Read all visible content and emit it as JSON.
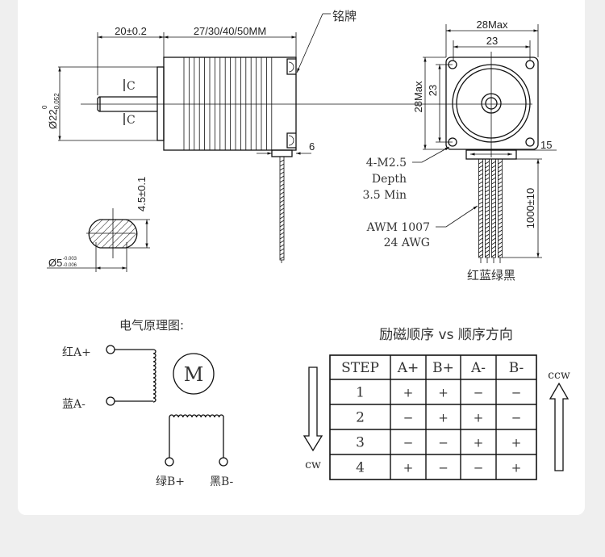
{
  "side_view": {
    "shaft_length": "20±0.2",
    "body_length": "27/30/40/50MM",
    "nameplate_label": "铭牌",
    "pilot_diameter": "Ø22",
    "pilot_tol_upper": "0",
    "pilot_tol_lower": "-0.052",
    "section_mark": "C",
    "rear_offset": "6",
    "flat_dim": "4.5±0.1",
    "shaft_diameter": "Ø5",
    "shaft_tol_upper": "-0.003",
    "shaft_tol_lower": "-0.006"
  },
  "front_view": {
    "width_max": "28Max",
    "hole_spacing": "23",
    "height_max": "28Max",
    "hole_spacing_v": "23",
    "cable_width": "15",
    "lead_length": "1000±10",
    "screw_note": [
      "4-M2.5",
      "Depth",
      "3.5 Min"
    ],
    "wire_note": [
      "AWM 1007",
      "24 AWG"
    ],
    "wire_colors": "红蓝绿黑"
  },
  "schematic": {
    "title": "电气原理图:",
    "a_plus": "红A+",
    "a_minus": "蓝A-",
    "b_plus": "绿B+",
    "b_minus": "黑B-",
    "motor": "M"
  },
  "sequence": {
    "title": "励磁顺序 vs 顺序方向",
    "cw": "cw",
    "ccw": "ccw",
    "headers": [
      "STEP",
      "A+",
      "B+",
      "A-",
      "B-"
    ],
    "rows": [
      [
        "1",
        "+",
        "+",
        "−",
        "−"
      ],
      [
        "2",
        "−",
        "+",
        "+",
        "−"
      ],
      [
        "3",
        "−",
        "−",
        "+",
        "+"
      ],
      [
        "4",
        "+",
        "−",
        "−",
        "+"
      ]
    ]
  }
}
